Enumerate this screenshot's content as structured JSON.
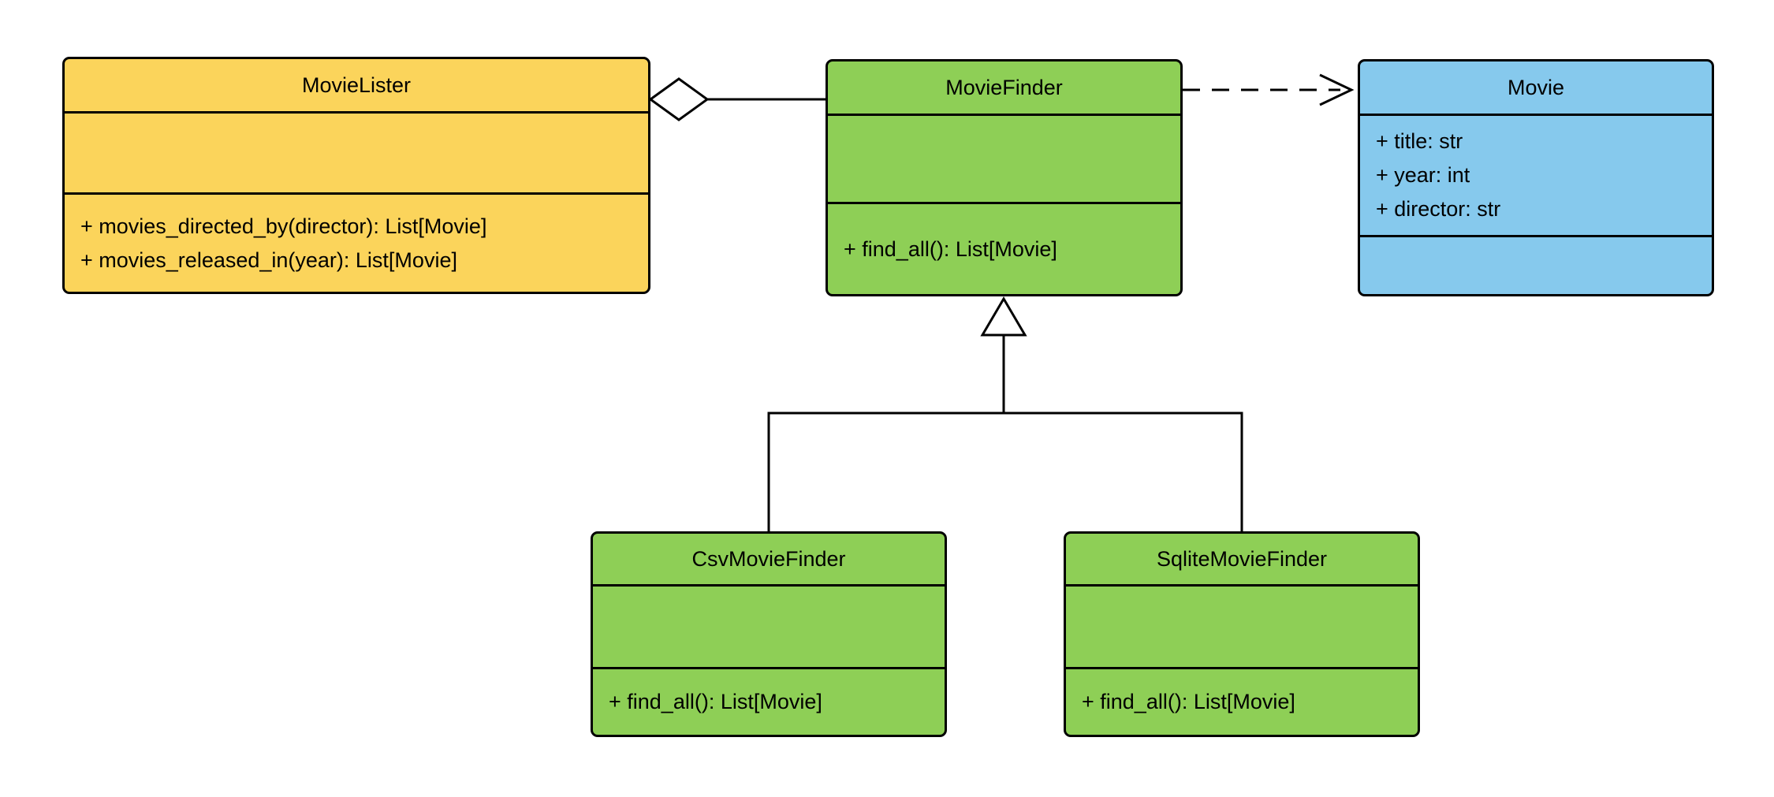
{
  "diagram": {
    "type": "uml-class-diagram",
    "background": "#ffffff",
    "line_color": "#000000",
    "classes": {
      "movie_lister": {
        "name": "MovieLister",
        "fill": "#fbd45b",
        "attributes": [],
        "methods": [
          "+ movies_directed_by(director): List[Movie]",
          "+ movies_released_in(year): List[Movie]"
        ]
      },
      "movie_finder": {
        "name": "MovieFinder",
        "fill": "#8ecf56",
        "attributes": [],
        "methods": [
          "+ find_all(): List[Movie]"
        ]
      },
      "movie": {
        "name": "Movie",
        "fill": "#86c9ed",
        "attributes": [
          "+ title: str",
          "+ year: int",
          "+ director: str"
        ],
        "methods": []
      },
      "csv_movie_finder": {
        "name": "CsvMovieFinder",
        "fill": "#8ecf56",
        "attributes": [],
        "methods": [
          "+ find_all(): List[Movie]"
        ]
      },
      "sqlite_movie_finder": {
        "name": "SqliteMovieFinder",
        "fill": "#8ecf56",
        "attributes": [],
        "methods": [
          "+ find_all(): List[Movie]"
        ]
      }
    },
    "relationships": [
      {
        "type": "aggregation",
        "from": "MovieLister",
        "to": "MovieFinder"
      },
      {
        "type": "dependency",
        "from": "MovieFinder",
        "to": "Movie"
      },
      {
        "type": "inheritance",
        "child": "CsvMovieFinder",
        "parent": "MovieFinder"
      },
      {
        "type": "inheritance",
        "child": "SqliteMovieFinder",
        "parent": "MovieFinder"
      }
    ],
    "connector_glyphs": {
      "aggregation_diamond": "◇",
      "dependency_arrow": "⇢",
      "inheritance_triangle": "△"
    }
  }
}
